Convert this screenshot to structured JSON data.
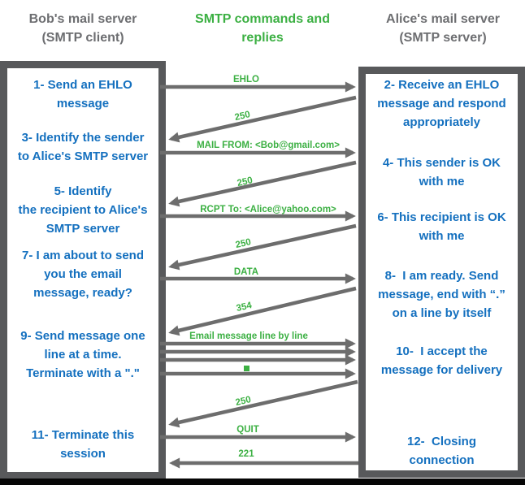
{
  "headers": {
    "left": {
      "line1": "Bob's mail server",
      "line2": "(SMTP client)"
    },
    "middle": {
      "line1": "SMTP commands and",
      "line2": "replies"
    },
    "right": {
      "line1": "Alice's mail server",
      "line2": "(SMTP server)"
    }
  },
  "client_steps": [
    "1- Send an EHLO\nmessage",
    "3- Identify the sender\nto Alice's SMTP server",
    "5- Identify\nthe recipient to Alice's\nSMTP server",
    "7- I am about to send\nyou the email\nmessage, ready?",
    "9- Send message one\nline at a time.\nTerminate with a \".\"",
    "11- Terminate this\nsession"
  ],
  "server_steps": [
    "2- Receive an EHLO\nmessage and respond\nappropriately",
    "4- This sender is OK\nwith me",
    "6- This recipient is OK\nwith me",
    "8-  I am ready. Send\nmessage, end with “.”\non a line by itself",
    "10-  I accept the\nmessage for delivery",
    "12-  Closing\nconnection"
  ],
  "messages": [
    {
      "label": "EHLO",
      "type": "command",
      "direction": "client-to-server"
    },
    {
      "label": "250",
      "type": "reply",
      "direction": "server-to-client"
    },
    {
      "label": "MAIL FROM: <Bob@gmail.com>",
      "type": "command",
      "direction": "client-to-server"
    },
    {
      "label": "250",
      "type": "reply",
      "direction": "server-to-client"
    },
    {
      "label": "RCPT To: <Alice@yahoo.com>",
      "type": "command",
      "direction": "client-to-server"
    },
    {
      "label": "250",
      "type": "reply",
      "direction": "server-to-client"
    },
    {
      "label": "DATA",
      "type": "command",
      "direction": "client-to-server"
    },
    {
      "label": "354",
      "type": "reply",
      "direction": "server-to-client"
    },
    {
      "label": "Email message line by line",
      "type": "command",
      "direction": "client-to-server"
    },
    {
      "label": "250",
      "type": "reply",
      "direction": "server-to-client"
    },
    {
      "label": "QUIT",
      "type": "command",
      "direction": "client-to-server"
    },
    {
      "label": "221",
      "type": "reply",
      "direction": "server-to-client"
    }
  ],
  "terminator_marker": {
    "shape": "green-square",
    "meaning": "\".\" on a line by itself"
  },
  "colors": {
    "accent_blue": "#1470bf",
    "accent_green": "#3cb043",
    "header_gray": "#6d6e71",
    "box_border_gray": "#58595b",
    "arrow_gray": "#6d6d6d",
    "bottom_bar_black": "#060606"
  }
}
